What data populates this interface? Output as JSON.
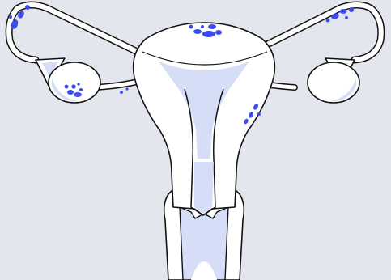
{
  "illustration": {
    "subject": "uterus-with-endometriosis-lesions",
    "colors": {
      "background": "#e4e6ee",
      "outline": "#111111",
      "tissue_fill": "#ffffff",
      "cavity_fill": "#d6def7",
      "lesion": "#3b4cf0",
      "lesion_light": "#5566f3"
    },
    "parts": [
      "uterus",
      "uterine-cavity",
      "cervix",
      "vagina",
      "fallopian-tube-left",
      "fallopian-tube-right",
      "ovary-left",
      "ovary-right"
    ],
    "lesion_sites": [
      "left-tube-tip",
      "right-tube-end",
      "uterine-fundus",
      "left-ovary",
      "left-ovarian-ligament",
      "right-uterine-wall"
    ]
  }
}
